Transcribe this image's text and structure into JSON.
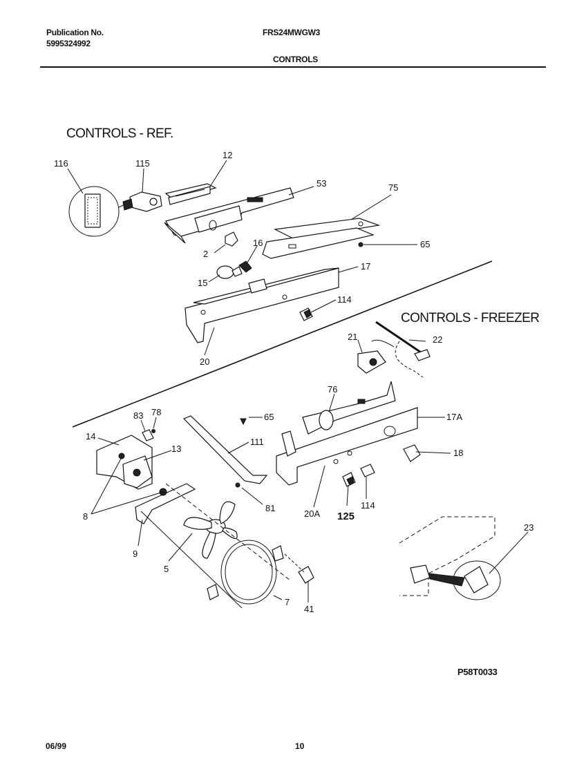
{
  "header": {
    "publication_label": "Publication No.",
    "publication_number": "5995324992",
    "model": "FRS24MWGW3",
    "section": "CONTROLS"
  },
  "diagram": {
    "section_ref": "CONTROLS - REF.",
    "section_freezer": "CONTROLS - FREEZER",
    "callouts": [
      "116",
      "115",
      "12",
      "53",
      "75",
      "2",
      "16",
      "65",
      "15",
      "17",
      "114",
      "20",
      "21",
      "22",
      "76",
      "83",
      "78",
      "65",
      "17A",
      "14",
      "13",
      "111",
      "18",
      "8",
      "81",
      "20A",
      "125",
      "114",
      "9",
      "5",
      "23",
      "41",
      "7"
    ]
  },
  "footer": {
    "date": "06/99",
    "page": "10",
    "drawing_code": "P58T0033"
  }
}
